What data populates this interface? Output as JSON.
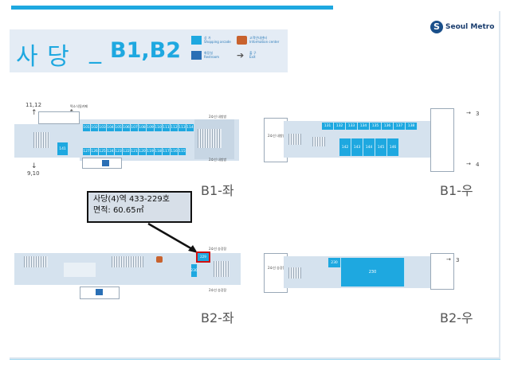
{
  "header": {
    "title_station": "사  당",
    "title_sep": "_",
    "title_floors": "B1,B2",
    "logo_text": "Seoul Metro"
  },
  "legend": [
    {
      "icon": "shop-square-icon",
      "color": "#1ea8e0",
      "label": "상 가",
      "sub": "Shopping arcade"
    },
    {
      "icon": "info-center-icon",
      "color": "#c8622e",
      "label": "고객안내센터",
      "sub": "Information center"
    },
    {
      "icon": "restroom-icon",
      "color": "#2a6fb5",
      "label": "화장실",
      "sub": "Restroom"
    },
    {
      "icon": "exit-arrow-icon",
      "color": "#555555",
      "label": "출 구",
      "sub": "Exit"
    }
  ],
  "floors": {
    "b1_left": {
      "label": "B1-좌",
      "exit_top_left": "11,12",
      "exit_bottom_left": "9,10",
      "top_note": "떡소식됨카페",
      "line_top": "2호선 내방방",
      "line_bottom": "2호선 내방방",
      "shops_top": [
        "101",
        "102",
        "103",
        "104",
        "105",
        "106",
        "107",
        "108",
        "109",
        "110",
        "111",
        "112",
        "113",
        "114"
      ],
      "shops_bottom": [
        "127",
        "126",
        "125",
        "124",
        "123",
        "122",
        "121",
        "120",
        "119",
        "118",
        "117",
        "116",
        "115"
      ],
      "shop_side": "141"
    },
    "b1_right": {
      "label": "B1-우",
      "exit_top": "3",
      "exit_bottom": "4",
      "line_note": "2호선 내방방",
      "shops_top": [
        "131",
        "132",
        "133",
        "134",
        "135",
        "136",
        "137",
        "138"
      ],
      "shops_bottom": [
        "142",
        "143",
        "144",
        "145",
        "146"
      ]
    },
    "b2_left": {
      "label": "B2-좌",
      "line_top": "2호선 승강장",
      "line_bottom": "2호선 승강장",
      "shop_highlight": "229",
      "shop_side": "230"
    },
    "b2_right": {
      "label": "B2-우",
      "exit_top": "3",
      "line_note": "2호선 승강장",
      "shop_small": "230",
      "shop_big": "230"
    }
  },
  "callout": {
    "line1": "사당(4)역 433-229호",
    "line2": "면적: 60.65㎡"
  }
}
